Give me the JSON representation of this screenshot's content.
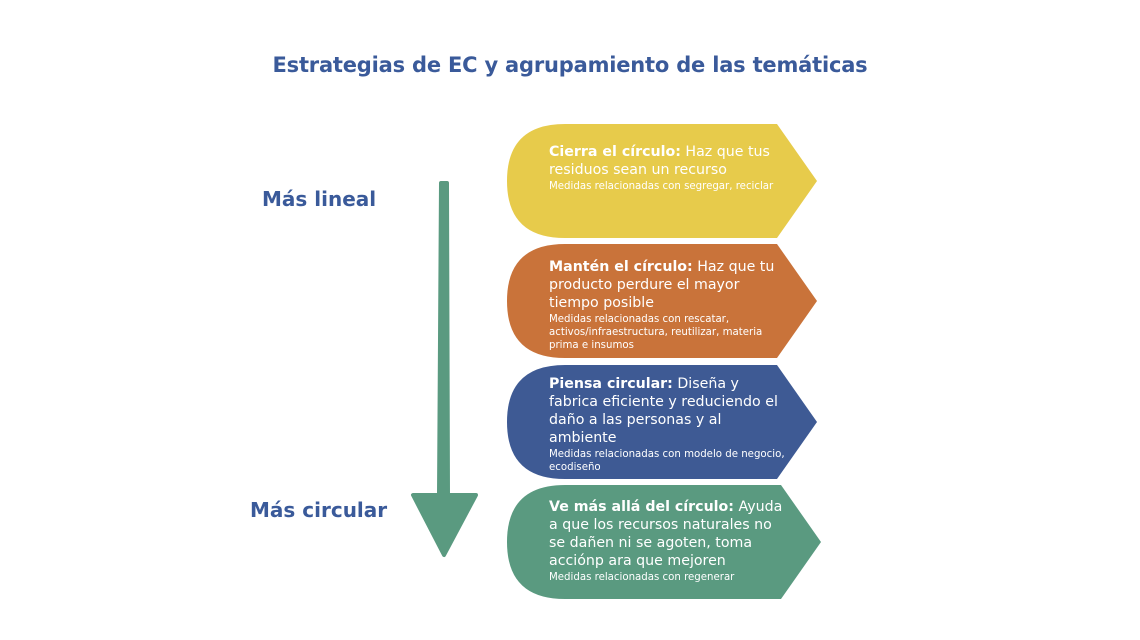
{
  "title": "Estrategias de EC y agrupamiento de las temáticas",
  "axis": {
    "top_label": "Más lineal",
    "bottom_label": "Más circular",
    "arrow_color": "#5a9a80"
  },
  "cards": [
    {
      "heading": "Cierra el círculo:",
      "text": "Haz que tus residuos sean un recurso",
      "sub": "Medidas relacionadas con segregar, reciclar",
      "color": "#e7cb4b"
    },
    {
      "heading": "Mantén el círculo:",
      "text": "Haz que tu producto perdure el mayor tiempo posible",
      "sub": "Medidas relacionadas con rescatar, activos/infraestructura, reutilizar, materia prima e insumos",
      "color": "#c9733a"
    },
    {
      "heading": "Piensa circular:",
      "text": "Diseña y fabrica eficiente y reduciendo el daño a las personas y al ambiente",
      "sub": "Medidas relacionadas con modelo de negocio, ecodiseño",
      "color": "#3e5a94"
    },
    {
      "heading": "Ve más allá del círculo:",
      "text": "Ayuda a que los recursos naturales no se dañen ni se agoten, toma acciónp ara que mejoren",
      "sub": "Medidas relacionadas con regenerar",
      "color": "#5a9a80"
    }
  ]
}
